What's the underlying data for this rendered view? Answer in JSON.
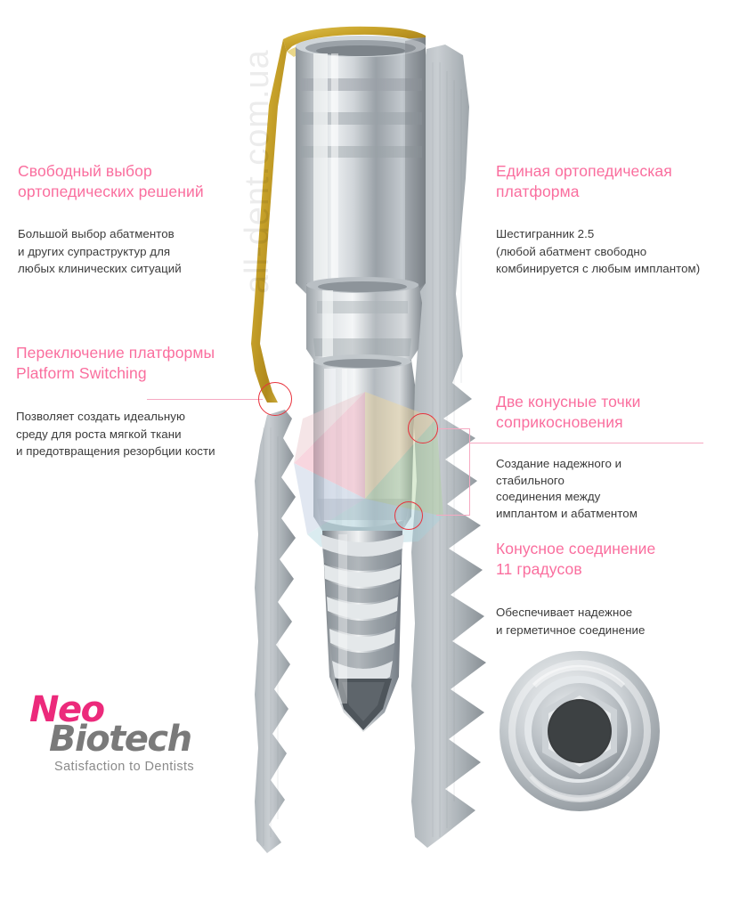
{
  "page": {
    "background": "#ffffff",
    "accent_pink": "#fa6e9e",
    "rule_pink": "#f6a9c2",
    "marker_red": "#e8323c",
    "body_text": "#3b3b3b",
    "gold": "#c8a02a",
    "metal_light": "#e9ecee",
    "metal_mid": "#b9bfc4",
    "metal_dark": "#7d858b"
  },
  "callouts": {
    "top_left": {
      "heading": "Свободный выбор\nортопедических решений",
      "body": "Большой выбор абатментов\nи других супраструктур для\nлюбых клинических ситуаций"
    },
    "top_right": {
      "heading": "Единая ортопедическая\nплатформа",
      "body": "Шестигранник 2.5\n(любой абатмент свободно\nкомбинируется с любым имплантом)"
    },
    "mid_left": {
      "heading": "Переключение  платформы\nPlatform Switching",
      "body": "Позволяет создать  идеальную\nсреду для роста  мягкой ткани\nи предотвращения резорбции кости"
    },
    "mid_right": {
      "heading": "Две конусные точки\nсоприкосновения",
      "body": "Создание надежного и\nстабильного\nсоединения между\nимплантом и абатментом"
    },
    "bottom_right": {
      "heading": "Конусное соединение\n11 градусов",
      "body": "Обеспечивает надежное\nи герметичное соединение"
    }
  },
  "logo": {
    "word_one": "Neo",
    "word_two": "Biotech",
    "tagline": "Satisfaction to Dentists"
  },
  "watermark": {
    "text": "all-dent.com.ua"
  },
  "illustration": {
    "name": "dental-implant-cutaway",
    "parts": [
      "gold-gingiva-profile",
      "abutment-cylinder",
      "hex-connection",
      "conical-seat",
      "implant-body-threads",
      "bone-cutaway"
    ],
    "hex_top_view": "hex-socket-top-view"
  }
}
